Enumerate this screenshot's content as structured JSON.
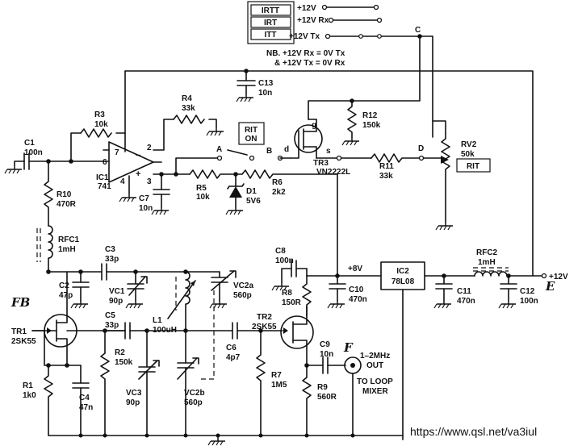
{
  "title": "",
  "colors": {
    "ink": "#111111",
    "background": "#ffffff"
  },
  "control_box": {
    "rows": [
      "IRTT",
      "IRT",
      "ITT"
    ]
  },
  "rails": {
    "v12": "+12V",
    "v12rx": "+12V Rx",
    "v12tx": "+12V Tx",
    "v12_in": "+12V",
    "v8": "+8V"
  },
  "notes": {
    "line1": "NB. +12V Rx = 0V Tx",
    "line2": "& +12V Tx = 0V Rx"
  },
  "nodes": {
    "A": "A",
    "B": "B",
    "C": "C",
    "D": "D",
    "d": "d",
    "E": "E",
    "F": "F",
    "FB": "FB"
  },
  "pins": {
    "p2": "2",
    "p3": "3",
    "p4": "4",
    "p6": "6",
    "p7": "7",
    "g": "g",
    "s": "s",
    "minus": "−",
    "plus": "+"
  },
  "switch_label": {
    "line1": "RIT",
    "line2": "ON"
  },
  "rit_box": "RIT",
  "output_label": {
    "line1": "1–2MHz",
    "line2": "OUT",
    "line3": "TO LOOP",
    "line4": "MIXER"
  },
  "components": {
    "C1": {
      "ref": "C1",
      "value": "100n"
    },
    "C2": {
      "ref": "C2",
      "value": "47p"
    },
    "C3": {
      "ref": "C3",
      "value": "33p"
    },
    "C4": {
      "ref": "C4",
      "value": "47n"
    },
    "C5": {
      "ref": "C5",
      "value": "33p"
    },
    "C6": {
      "ref": "C6",
      "value": "4p7"
    },
    "C7": {
      "ref": "C7",
      "value": "10n"
    },
    "C8": {
      "ref": "C8",
      "value": "100n"
    },
    "C9": {
      "ref": "C9",
      "value": "10n"
    },
    "C10": {
      "ref": "C10",
      "value": "470n"
    },
    "C11": {
      "ref": "C11",
      "value": "470n"
    },
    "C12": {
      "ref": "C12",
      "value": "100n"
    },
    "C13": {
      "ref": "C13",
      "value": "10n"
    },
    "R1": {
      "ref": "R1",
      "value": "1k0"
    },
    "R2": {
      "ref": "R2",
      "value": "150k"
    },
    "R3": {
      "ref": "R3",
      "value": "10k"
    },
    "R4": {
      "ref": "R4",
      "value": "33k"
    },
    "R5": {
      "ref": "R5",
      "value": "10k"
    },
    "R6": {
      "ref": "R6",
      "value": "2k2"
    },
    "R7": {
      "ref": "R7",
      "value": "1M5"
    },
    "R8": {
      "ref": "R8",
      "value": "150R"
    },
    "R9": {
      "ref": "R9",
      "value": "560R"
    },
    "R10": {
      "ref": "R10",
      "value": "470R"
    },
    "R11": {
      "ref": "R11",
      "value": "33k"
    },
    "R12": {
      "ref": "R12",
      "value": "150k"
    },
    "RV2": {
      "ref": "RV2",
      "value": "50k"
    },
    "VC1": {
      "ref": "VC1",
      "value": "90p"
    },
    "VC2a": {
      "ref": "VC2a",
      "value": "560p"
    },
    "VC2b": {
      "ref": "VC2b",
      "value": "560p"
    },
    "VC3": {
      "ref": "VC3",
      "value": "90p"
    },
    "L1": {
      "ref": "L1",
      "value": "100uH"
    },
    "RFC1": {
      "ref": "RFC1",
      "value": "1mH"
    },
    "RFC2": {
      "ref": "RFC2",
      "value": "1mH"
    },
    "D1": {
      "ref": "D1",
      "value": "5V6"
    },
    "IC1": {
      "ref": "IC1",
      "value": "741"
    },
    "IC2": {
      "ref": "IC2",
      "value": "78L08"
    },
    "TR1": {
      "ref": "TR1",
      "value": "2SK55"
    },
    "TR2": {
      "ref": "TR2",
      "value": "2SK55"
    },
    "TR3": {
      "ref": "TR3",
      "value": "VN2222L"
    }
  },
  "watermark": "https://www.qsl.net/va3iul"
}
